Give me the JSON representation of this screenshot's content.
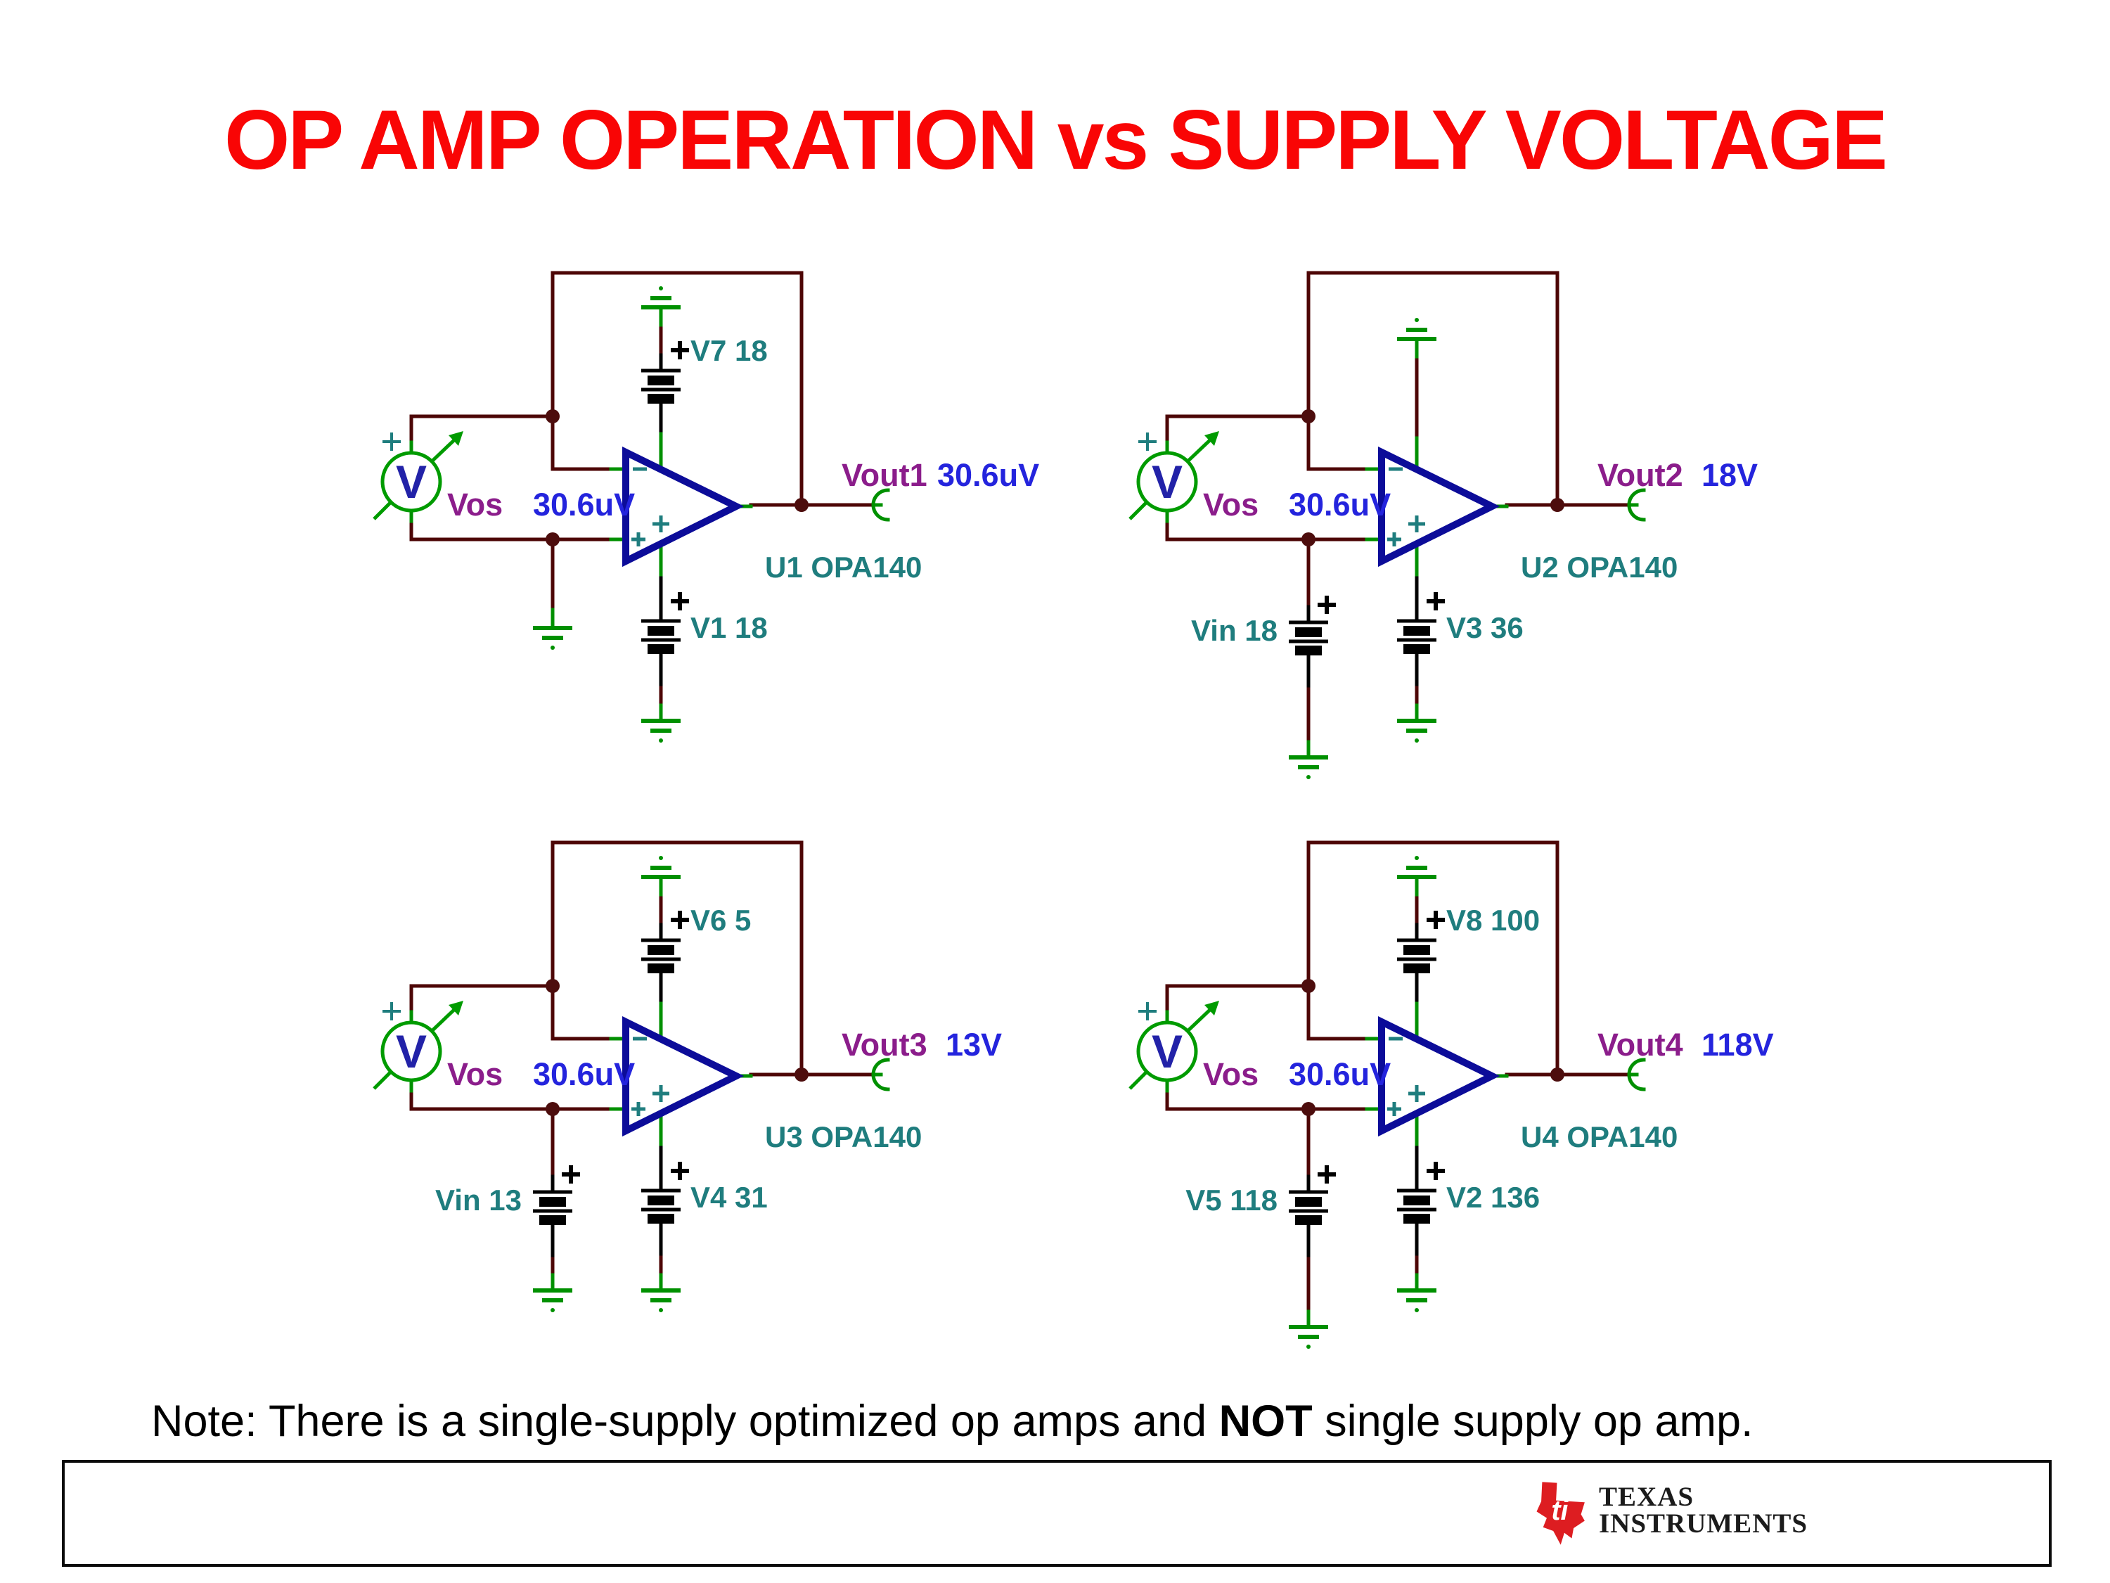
{
  "title": "OP AMP OPERATION vs SUPPLY VOLTAGE",
  "note": {
    "prefix": "Note: There is a single-supply optimized op amps and ",
    "bold": "NOT",
    "suffix": " single supply op amp."
  },
  "footer": {
    "brand_line1": "TEXAS",
    "brand_line2": "INSTRUMENTS",
    "ti_monogram": "ti"
  },
  "colors": {
    "wire_maroon": "#4d0606",
    "schematic_green": "#009000",
    "opamp_navy": "#0c0c99",
    "label_teal": "#1f7d7e",
    "label_purple": "#8b1d8b",
    "value_blue": "#2424dd",
    "title_red": "#f90505",
    "ti_red": "#dd1d21"
  },
  "circuits": [
    {
      "meter_label": "Vos",
      "meter_value": "30.6uV",
      "pos_supply": "V7 18",
      "neg_supply": "V1 18",
      "output_label": "Vout1",
      "output_value": "30.6uV",
      "opamp_label": "U1 OPA140"
    },
    {
      "meter_label": "Vos",
      "meter_value": "30.6uV",
      "input_source": "Vin 18",
      "neg_supply": "V3 36",
      "output_label": "Vout2",
      "output_value": "18V",
      "opamp_label": "U2 OPA140"
    },
    {
      "meter_label": "Vos",
      "meter_value": "30.6uV",
      "pos_supply": "V6 5",
      "input_source": "Vin 13",
      "neg_supply": "V4 31",
      "output_label": "Vout3",
      "output_value": "13V",
      "opamp_label": "U3 OPA140"
    },
    {
      "meter_label": "Vos",
      "meter_value": "30.6uV",
      "pos_supply": "V8 100",
      "input_source": "V5 118",
      "neg_supply": "V2 136",
      "output_label": "Vout4",
      "output_value": "118V",
      "opamp_label": "U4 OPA140"
    }
  ]
}
